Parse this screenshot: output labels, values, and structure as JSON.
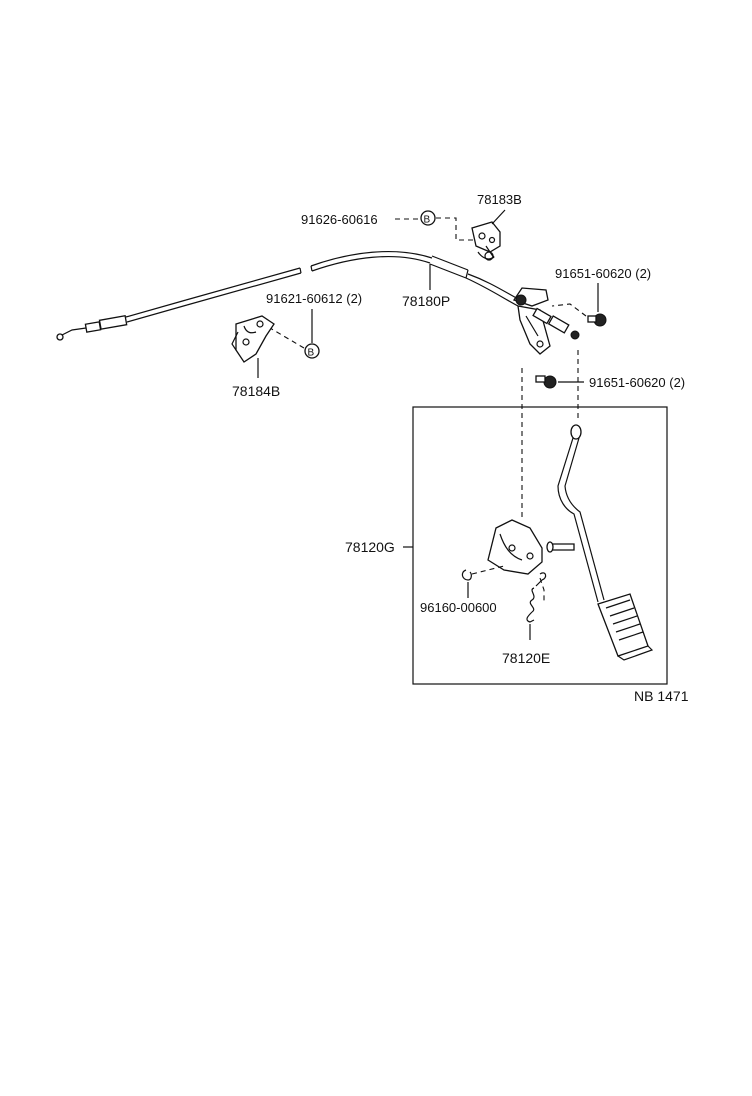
{
  "labels": {
    "p78183b": "78183B",
    "p91626": "91626-60616",
    "p91651_top": "91651-60620 (2)",
    "p91621": "91621-60612 (2)",
    "p78180p": "78180P",
    "p78184b": "78184B",
    "p91651_mid": "91651-60620 (2)",
    "p78120g": "78120G",
    "p96160": "96160-00600",
    "p78120e": "78120E",
    "code": "NB 1471"
  },
  "markers": {
    "b1": "B",
    "b2": "B"
  }
}
